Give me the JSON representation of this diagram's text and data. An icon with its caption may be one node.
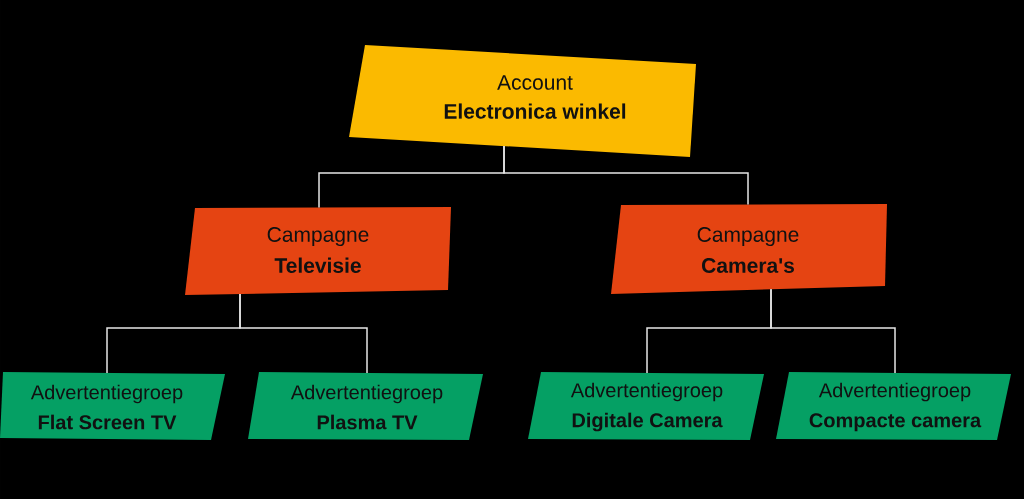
{
  "diagram": {
    "nodes": [
      {
        "text": [
          "Account",
          "Electronica winkel"
        ]
      },
      {
        "text": [
          "Campagne",
          "Televisie"
        ]
      },
      {
        "text": [
          "Campagne",
          "Camera's"
        ]
      },
      {
        "text": [
          "Advertentiegroep",
          "Flat Screen TV"
        ]
      },
      {
        "text": [
          "Advertentiegroep",
          "Plasma TV"
        ]
      },
      {
        "text": [
          "Advertentiegroep",
          "Digitale Camera"
        ]
      },
      {
        "text": [
          "Advertentiegroep",
          "Compacte camera"
        ]
      }
    ],
    "edges": [
      {
        "from": 0,
        "to": 1,
        "arrow": "none"
      },
      {
        "from": 0,
        "to": 2,
        "arrow": "none"
      },
      {
        "from": 1,
        "to": 3,
        "arrow": "none"
      },
      {
        "from": 1,
        "to": 4,
        "arrow": "none"
      },
      {
        "from": 2,
        "to": 5,
        "arrow": "none"
      },
      {
        "from": 2,
        "to": 6,
        "arrow": "none"
      }
    ]
  }
}
